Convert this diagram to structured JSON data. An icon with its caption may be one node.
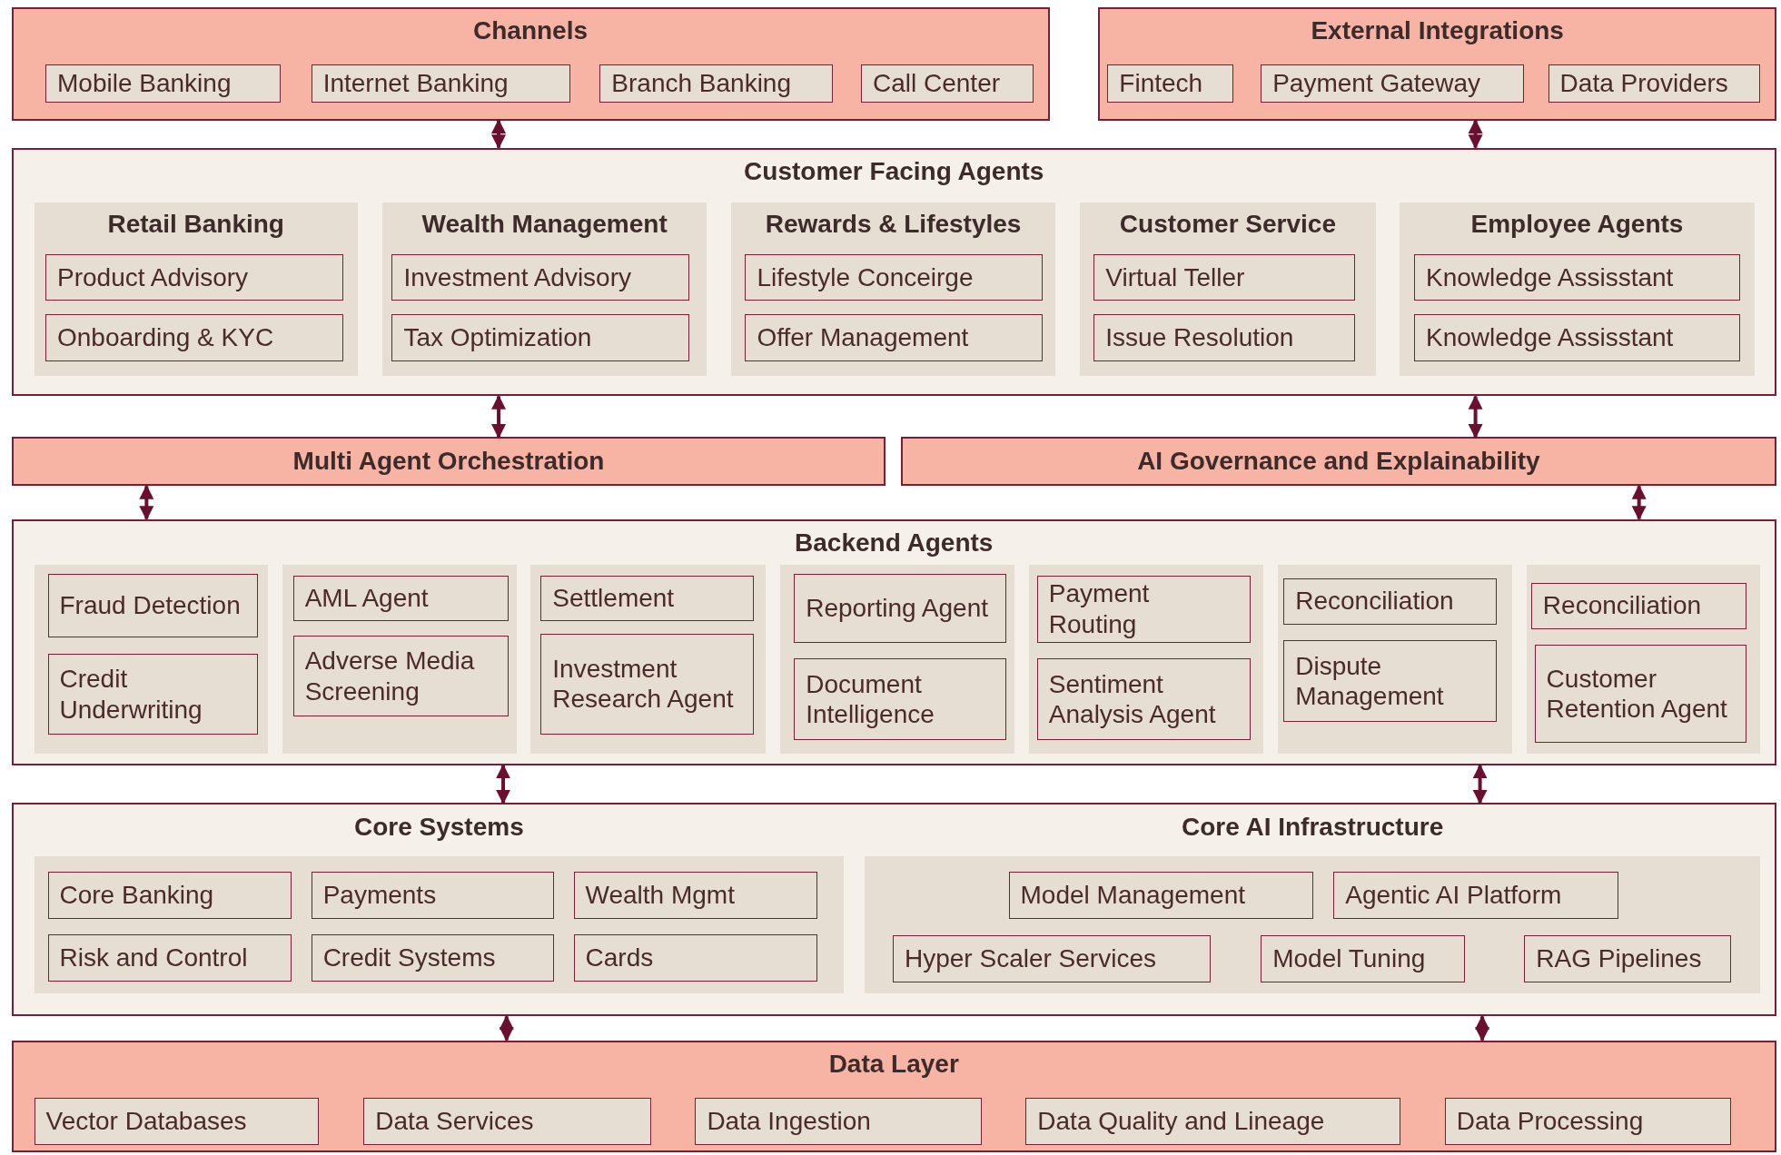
{
  "diagram": {
    "nodes": [
      {
        "text": [
          "Channels"
        ]
      },
      {
        "text": [
          "Mobile Banking"
        ],
        "in": 0
      },
      {
        "text": [
          "Internet Banking"
        ],
        "in": 0
      },
      {
        "text": [
          "Branch Banking"
        ],
        "in": 0
      },
      {
        "text": [
          "Call Center"
        ],
        "in": 0
      },
      {
        "text": [
          "External Integrations"
        ]
      },
      {
        "text": [
          "Fintech"
        ],
        "in": 5
      },
      {
        "text": [
          "Payment Gateway"
        ],
        "in": 5
      },
      {
        "text": [
          "Data Providers"
        ],
        "in": 5
      },
      {
        "text": [
          "Customer Facing Agents"
        ]
      },
      {
        "text": [
          "Retail Banking"
        ],
        "in": 9
      },
      {
        "text": [
          "Product Advisory"
        ],
        "in": 10
      },
      {
        "text": [
          "Onboarding & KYC"
        ],
        "in": 10
      },
      {
        "text": [
          "Wealth Management"
        ],
        "in": 9
      },
      {
        "text": [
          "Investment Advisory"
        ],
        "in": 13
      },
      {
        "text": [
          "Tax Optimization"
        ],
        "in": 13
      },
      {
        "text": [
          "Rewards & Lifestyles"
        ],
        "in": 9
      },
      {
        "text": [
          "Lifestyle Conceirge"
        ],
        "in": 16
      },
      {
        "text": [
          "Offer Management"
        ],
        "in": 16
      },
      {
        "text": [
          "Customer Service"
        ],
        "in": 9
      },
      {
        "text": [
          "Virtual Teller"
        ],
        "in": 19
      },
      {
        "text": [
          "Issue Resolution"
        ],
        "in": 19
      },
      {
        "text": [
          "Employee Agents"
        ],
        "in": 9
      },
      {
        "text": [
          "Knowledge Assisstant"
        ],
        "in": 22
      },
      {
        "text": [
          "Knowledge Assisstant"
        ],
        "in": 22
      },
      {
        "text": [
          "Multi Agent Orchestration"
        ]
      },
      {
        "text": [
          "AI Governance and Explainability"
        ]
      },
      {
        "text": [
          "Backend Agents"
        ]
      },
      {
        "text": [],
        "shape": "box",
        "in": 27
      },
      {
        "text": [
          "Fraud Detection"
        ],
        "in": 28
      },
      {
        "text": [
          "Credit Underwriting"
        ],
        "in": 28
      },
      {
        "text": [],
        "shape": "box",
        "in": 27
      },
      {
        "text": [
          "AML Agent"
        ],
        "in": 31
      },
      {
        "text": [
          "Adverse Media Screening"
        ],
        "in": 31
      },
      {
        "text": [],
        "shape": "box",
        "in": 27
      },
      {
        "text": [
          "Settlement"
        ],
        "in": 34
      },
      {
        "text": [
          "Investment Research Agent"
        ],
        "in": 34
      },
      {
        "text": [],
        "shape": "box",
        "in": 27
      },
      {
        "text": [
          "Reporting Agent"
        ],
        "in": 37
      },
      {
        "text": [
          "Document Intelligence"
        ],
        "in": 37
      },
      {
        "text": [],
        "shape": "box",
        "in": 27
      },
      {
        "text": [
          "Payment Routing"
        ],
        "in": 40
      },
      {
        "text": [
          "Sentiment Analysis Agent"
        ],
        "in": 40
      },
      {
        "text": [],
        "shape": "box",
        "in": 27
      },
      {
        "text": [
          "Reconciliation"
        ],
        "in": 43
      },
      {
        "text": [
          "Dispute Management"
        ],
        "in": 43
      },
      {
        "text": [],
        "shape": "box",
        "in": 27
      },
      {
        "text": [
          "Reconciliation"
        ],
        "in": 46
      },
      {
        "text": [
          "Customer Retention Agent"
        ],
        "in": 46
      },
      {
        "text": [],
        "shape": "box"
      },
      {
        "text": [
          "Core Systems"
        ],
        "in": 49
      },
      {
        "text": [
          "Core Banking"
        ],
        "in": 50
      },
      {
        "text": [
          "Payments"
        ],
        "in": 50
      },
      {
        "text": [
          "Wealth Mgmt"
        ],
        "in": 50
      },
      {
        "text": [
          "Risk and Control"
        ],
        "in": 50
      },
      {
        "text": [
          "Credit Systems"
        ],
        "in": 50
      },
      {
        "text": [
          "Cards"
        ],
        "in": 50
      },
      {
        "text": [
          "Core AI Infrastructure"
        ],
        "in": 49
      },
      {
        "text": [
          "Model Management"
        ],
        "in": 57
      },
      {
        "text": [
          "Agentic AI Platform"
        ],
        "in": 57
      },
      {
        "text": [
          "Hyper Scaler Services"
        ],
        "in": 57
      },
      {
        "text": [
          "Model Tuning"
        ],
        "in": 57
      },
      {
        "text": [
          "RAG Pipelines"
        ],
        "in": 57
      },
      {
        "text": [
          "Data Layer"
        ]
      },
      {
        "text": [
          "Vector Databases"
        ],
        "in": 63
      },
      {
        "text": [
          "Data Services"
        ],
        "in": 63
      },
      {
        "text": [
          "Data Ingestion"
        ],
        "in": 63
      },
      {
        "text": [
          "Data Quality and Lineage"
        ],
        "in": 63
      },
      {
        "text": [
          "Data Processing"
        ],
        "in": 63
      }
    ],
    "edges": [
      {
        "from": 0,
        "to": 9,
        "arrow": "both"
      },
      {
        "from": 5,
        "to": 9,
        "arrow": "both"
      },
      {
        "from": 9,
        "to": 25,
        "arrow": "both"
      },
      {
        "from": 9,
        "to": 26,
        "arrow": "both"
      },
      {
        "from": 25,
        "to": 27,
        "arrow": "both"
      },
      {
        "from": 26,
        "to": 27,
        "arrow": "both"
      },
      {
        "from": 27,
        "to": 49,
        "arrow": "both"
      },
      {
        "from": 27,
        "to": 49,
        "arrow": "both"
      },
      {
        "from": 49,
        "to": 63,
        "arrow": "both"
      },
      {
        "from": 49,
        "to": 63,
        "arrow": "both"
      }
    ]
  }
}
